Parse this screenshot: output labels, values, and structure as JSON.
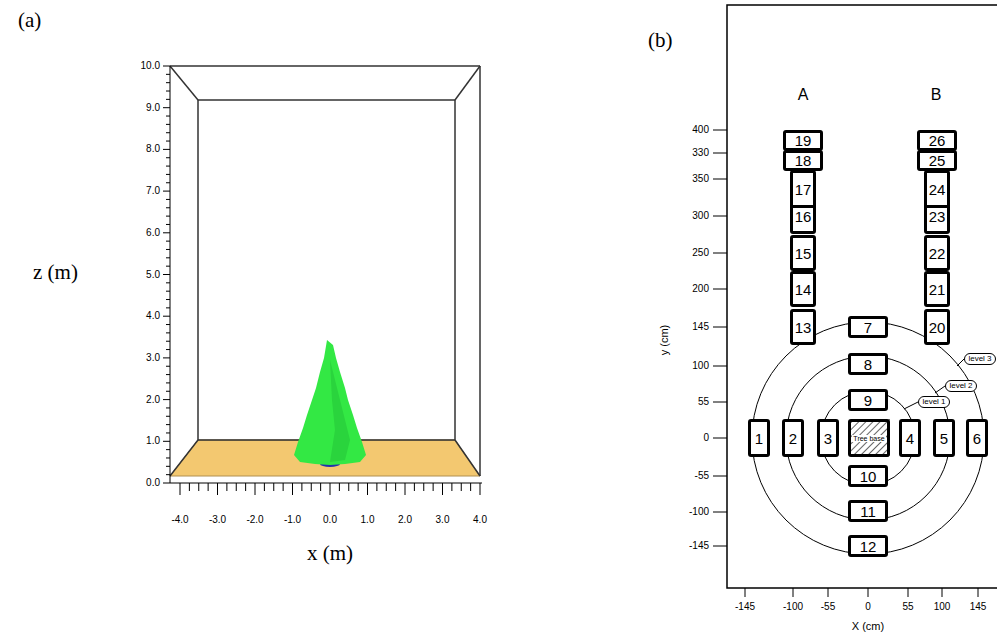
{
  "diagram": {
    "nodes": [
      {
        "text": [
          "1"
        ]
      },
      {
        "text": [
          "2"
        ]
      },
      {
        "text": [
          "3"
        ]
      },
      {
        "text": [
          "4"
        ]
      },
      {
        "text": [
          "5"
        ]
      },
      {
        "text": [
          "6"
        ]
      },
      {
        "text": [
          "7"
        ]
      },
      {
        "text": [
          "8"
        ]
      },
      {
        "text": [
          "9"
        ]
      },
      {
        "text": [
          "10"
        ]
      },
      {
        "text": [
          "11"
        ]
      },
      {
        "text": [
          "12"
        ]
      },
      {
        "text": [
          "13"
        ]
      },
      {
        "text": [
          "14"
        ]
      },
      {
        "text": [
          "15"
        ]
      },
      {
        "text": [
          "16"
        ]
      },
      {
        "text": [
          "17"
        ]
      },
      {
        "text": [
          "18"
        ]
      },
      {
        "text": [
          "19"
        ]
      },
      {
        "text": [
          "20"
        ]
      },
      {
        "text": [
          "21"
        ]
      },
      {
        "text": [
          "22"
        ]
      },
      {
        "text": [
          "23"
        ]
      },
      {
        "text": [
          "24"
        ]
      },
      {
        "text": [
          "25"
        ]
      },
      {
        "text": [
          "26"
        ]
      },
      {
        "text": [
          "Tree base"
        ]
      },
      {
        "text": [
          "level 1"
        ]
      },
      {
        "text": [
          "level 2"
        ]
      },
      {
        "text": [
          "level 3"
        ]
      }
    ],
    "labels": [
      "(a)",
      "(b)",
      "z (m)",
      "x (m)",
      "0.0",
      "1.0",
      "2.0",
      "3.0",
      "4.0",
      "5.0",
      "6.0",
      "7.0",
      "8.0",
      "9.0",
      "10.0",
      "-4.0",
      "-3.0",
      "-2.0",
      "-1.0",
      "0.0",
      "1.0",
      "2.0",
      "3.0",
      "4.0",
      "A",
      "B",
      "y (cm)",
      "X (cm)",
      "400",
      "330",
      "350",
      "300",
      "250",
      "200",
      "145",
      "100",
      "55",
      "0",
      "-55",
      "-100",
      "-145",
      "-145",
      "-100",
      "-55",
      "0",
      "55",
      "100",
      "145"
    ]
  }
}
